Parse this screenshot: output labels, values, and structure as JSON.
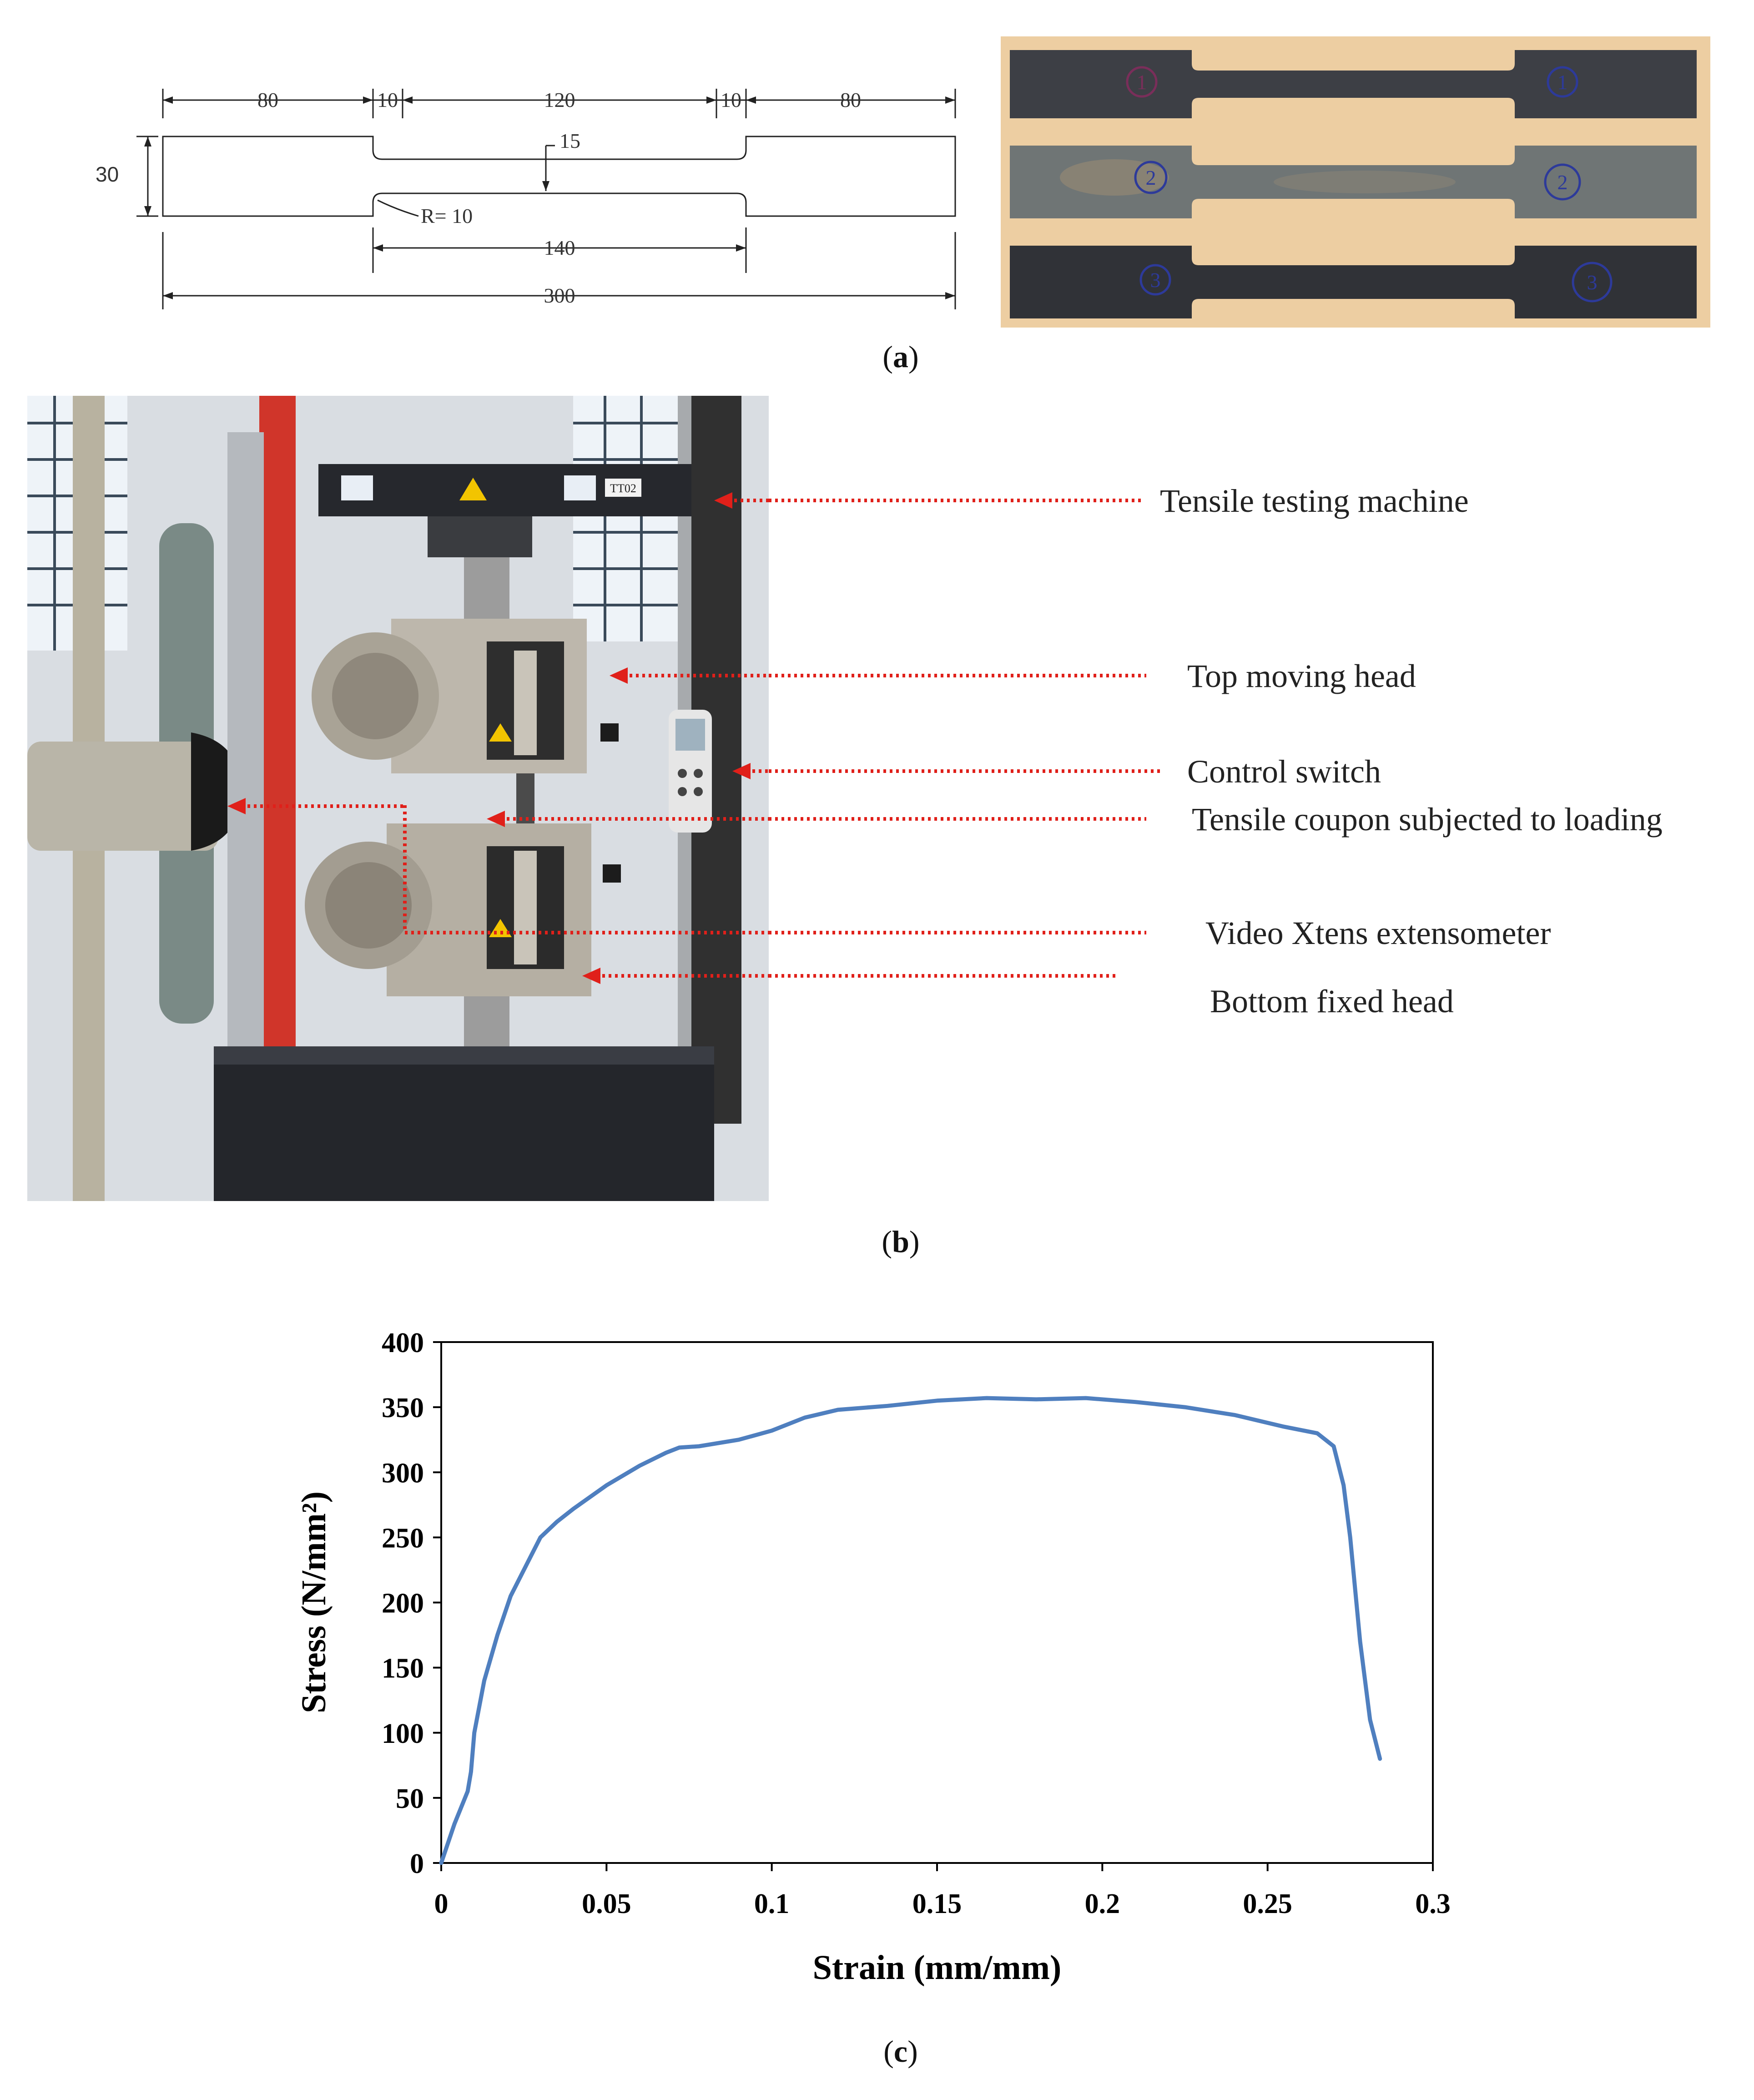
{
  "figure_a": {
    "dimensions": {
      "left_grip": "80",
      "left_fillet": "10",
      "gauge": "120",
      "right_fillet": "10",
      "right_grip": "80",
      "height": "30",
      "reduced_width": "15",
      "radius": "R= 10",
      "reduced_length": "140",
      "total_length": "300"
    },
    "specimen_labels": [
      "1",
      "1",
      "2",
      "2",
      "3",
      "3"
    ],
    "caption_letter": "a"
  },
  "figure_b": {
    "callouts": [
      "Tensile testing machine",
      "Top moving head",
      "Control switch",
      "Tensile coupon subjected to loading",
      "Video Xtens extensometer",
      "Bottom fixed head"
    ],
    "machine_label": "TT02",
    "caption_letter": "b"
  },
  "figure_c": {
    "caption_letter": "c"
  },
  "chart_data": {
    "type": "line",
    "title": "",
    "xlabel": "Strain (mm/mm)",
    "ylabel": "Stress (N/mm²)",
    "xlim": [
      0,
      0.3
    ],
    "ylim": [
      0,
      400
    ],
    "x_ticks": [
      "0",
      "0.05",
      "0.1",
      "0.15",
      "0.2",
      "0.25",
      "0.3"
    ],
    "y_ticks": [
      "0",
      "50",
      "100",
      "150",
      "200",
      "250",
      "300",
      "350",
      "400"
    ],
    "grid": false,
    "legend": "none",
    "color": "#4f7fbf",
    "series": [
      {
        "x": [
          0,
          0.004,
          0.008,
          0.009,
          0.01,
          0.013,
          0.017,
          0.021,
          0.026,
          0.03,
          0.035,
          0.04,
          0.05,
          0.06,
          0.068,
          0.072,
          0.078,
          0.09,
          0.1,
          0.11,
          0.12,
          0.135,
          0.15,
          0.165,
          0.18,
          0.195,
          0.21,
          0.225,
          0.24,
          0.255,
          0.265,
          0.27,
          0.273,
          0.275,
          0.278,
          0.281,
          0.284
        ],
        "y": [
          0,
          30,
          55,
          70,
          100,
          140,
          175,
          205,
          230,
          250,
          262,
          272,
          290,
          305,
          315,
          319,
          320,
          325,
          332,
          342,
          348,
          351,
          355,
          357,
          356,
          357,
          354,
          350,
          344,
          335,
          330,
          320,
          290,
          250,
          170,
          110,
          80
        ]
      }
    ]
  }
}
